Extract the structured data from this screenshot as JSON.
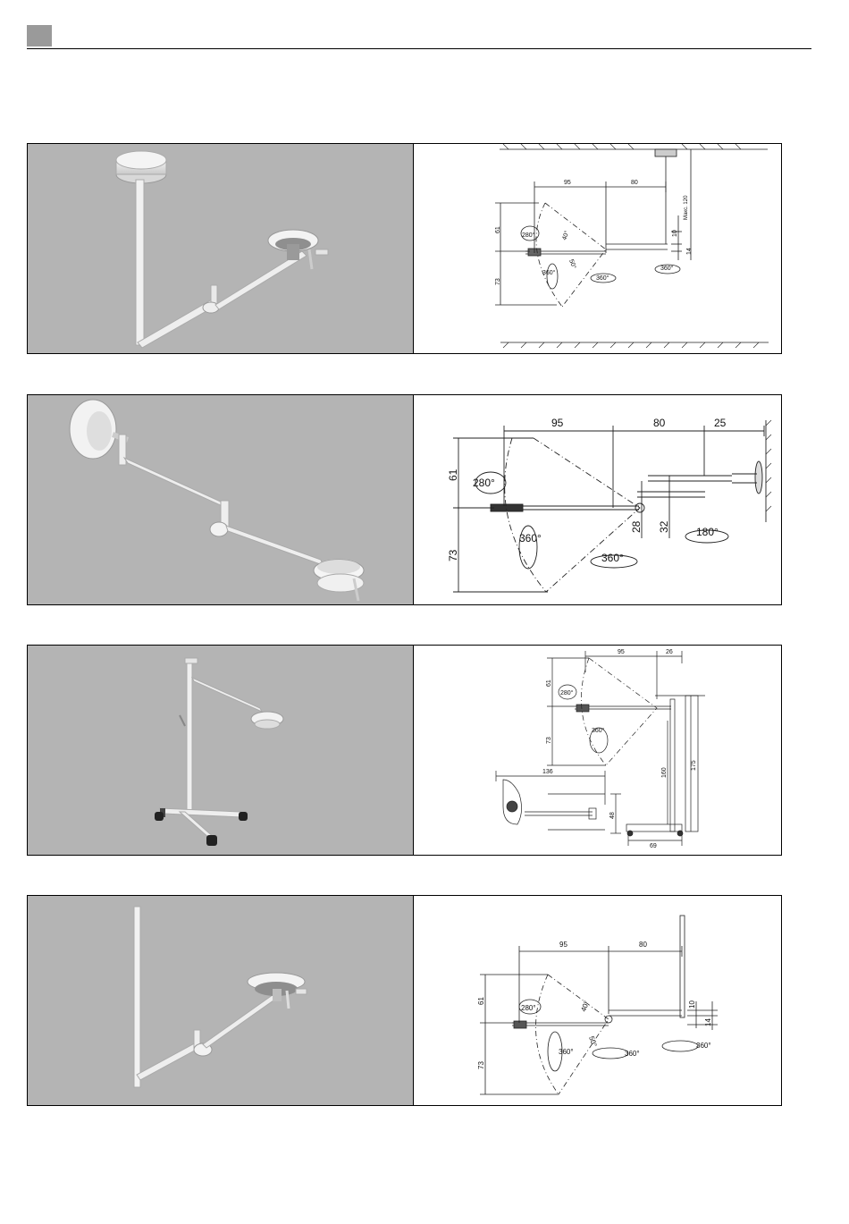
{
  "header": {},
  "panels": [
    {
      "name": "ceiling-mounted-light",
      "dims": {
        "d95": "95",
        "d80": "80",
        "max120": "Макс. 120",
        "d61": "61",
        "d73": "73",
        "d10": "10",
        "d14": "14",
        "a280": "280°",
        "a40": "40°",
        "a50": "50°",
        "a360a": "360°",
        "a360b": "360°",
        "a360c": "360°"
      }
    },
    {
      "name": "wall-mounted-light",
      "dims": {
        "d95": "95",
        "d80": "80",
        "d25": "25",
        "d61": "61",
        "d73": "73",
        "d28": "28",
        "d32": "32",
        "a280": "280°",
        "a360a": "360°",
        "a360b": "360°",
        "a180": "180°"
      }
    },
    {
      "name": "mobile-stand-light",
      "dims": {
        "d95": "95",
        "d26": "26",
        "d61": "61",
        "d73": "73",
        "d160": "160",
        "d175": "175",
        "d136": "136",
        "d48": "48",
        "d69": "69",
        "a280": "280°",
        "a360": "360°"
      }
    },
    {
      "name": "rail-mounted-light",
      "dims": {
        "d95": "95",
        "d80": "80",
        "d61": "61",
        "d73": "73",
        "d10": "10",
        "d14": "14",
        "a280": "280°",
        "a40": "40°",
        "a50": "50°",
        "a360a": "360°",
        "a360b": "360°",
        "a360c": "360°"
      }
    }
  ]
}
